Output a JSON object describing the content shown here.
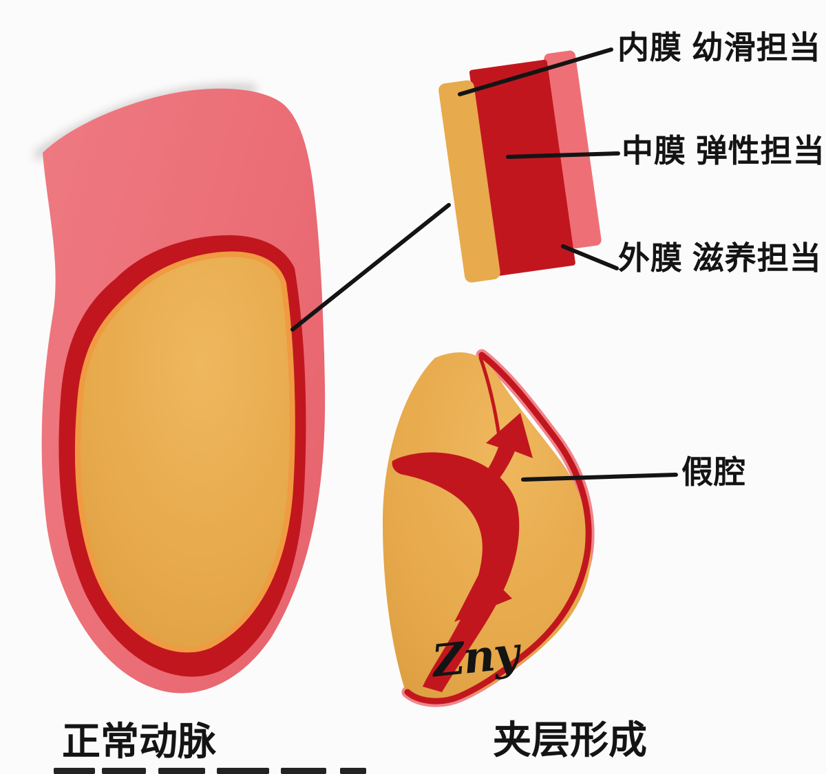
{
  "diagram": {
    "labels": {
      "intima": "内膜 幼滑担当",
      "media": "中膜 弹性担当",
      "adventitia": "外膜 滋养担当",
      "false_lumen": "假腔"
    },
    "captions": {
      "normal_artery": "正常动脉",
      "dissection": "夹层形成"
    },
    "signature": "Zny",
    "colors": {
      "artery_pink": "#ec7078",
      "artery_pink_light": "#f28a90",
      "wall_red": "#c2161f",
      "lumen_yellow": "#e7aa4c",
      "lumen_yellow_light": "#eeb65d",
      "inner_line_orange": "#f09a42",
      "adventitia_pink": "#ee7076",
      "leader_line_black": "#141414",
      "background": "#fcfbfb"
    }
  }
}
